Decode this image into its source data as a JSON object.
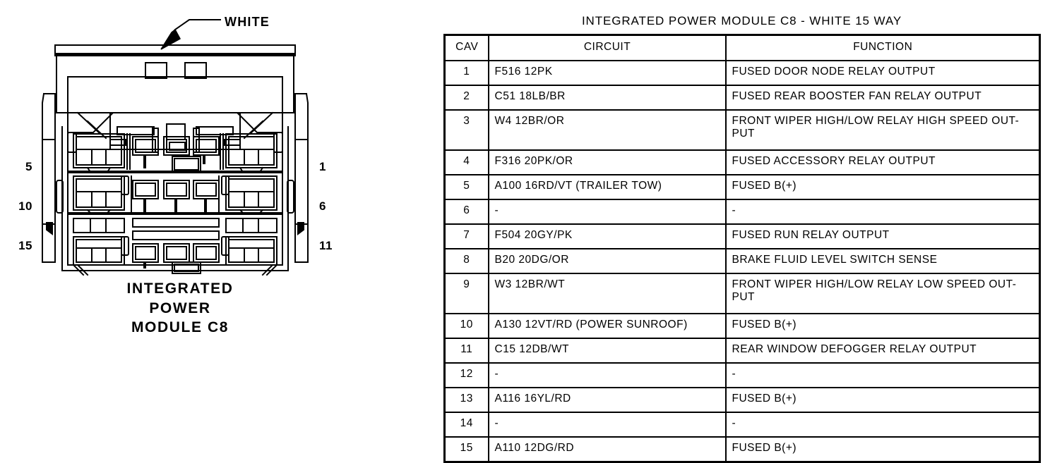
{
  "connector": {
    "callout_label": "WHITE",
    "caption_lines": [
      "INTEGRATED",
      "POWER",
      "MODULE C8"
    ],
    "pins_left": [
      "5",
      "10",
      "15"
    ],
    "pins_right": [
      "1",
      "6",
      "11"
    ],
    "line_color": "#000000",
    "fill_color": "#ffffff"
  },
  "table": {
    "title": "INTEGRATED POWER MODULE C8 - WHITE 15 WAY",
    "headers": [
      "CAV",
      "CIRCUIT",
      "FUNCTION"
    ],
    "rows": [
      {
        "cav": "1",
        "circuit": "F516 12PK",
        "function": "FUSED DOOR NODE RELAY OUTPUT"
      },
      {
        "cav": "2",
        "circuit": "C51 18LB/BR",
        "function": "FUSED REAR BOOSTER FAN RELAY OUTPUT"
      },
      {
        "cav": "3",
        "circuit": "W4 12BR/OR",
        "function": "FRONT WIPER HIGH/LOW RELAY HIGH SPEED OUT-PUT"
      },
      {
        "cav": "4",
        "circuit": "F316 20PK/OR",
        "function": "FUSED ACCESSORY RELAY OUTPUT"
      },
      {
        "cav": "5",
        "circuit": "A100 16RD/VT (TRAILER TOW)",
        "function": "FUSED B(+)"
      },
      {
        "cav": "6",
        "circuit": "-",
        "function": "-"
      },
      {
        "cav": "7",
        "circuit": "F504 20GY/PK",
        "function": "FUSED RUN RELAY OUTPUT"
      },
      {
        "cav": "8",
        "circuit": "B20 20DG/OR",
        "function": "BRAKE FLUID LEVEL SWITCH SENSE"
      },
      {
        "cav": "9",
        "circuit": "W3 12BR/WT",
        "function": "FRONT WIPER HIGH/LOW RELAY LOW SPEED OUT-PUT"
      },
      {
        "cav": "10",
        "circuit": "A130 12VT/RD (POWER SUNROOF)",
        "function": "FUSED B(+)"
      },
      {
        "cav": "11",
        "circuit": "C15 12DB/WT",
        "function": "REAR WINDOW DEFOGGER RELAY OUTPUT"
      },
      {
        "cav": "12",
        "circuit": "-",
        "function": "-"
      },
      {
        "cav": "13",
        "circuit": "A116 16YL/RD",
        "function": "FUSED B(+)"
      },
      {
        "cav": "14",
        "circuit": "-",
        "function": "-"
      },
      {
        "cav": "15",
        "circuit": "A110 12DG/RD",
        "function": "FUSED B(+)"
      }
    ],
    "tall_rows": [
      "3",
      "9"
    ]
  }
}
